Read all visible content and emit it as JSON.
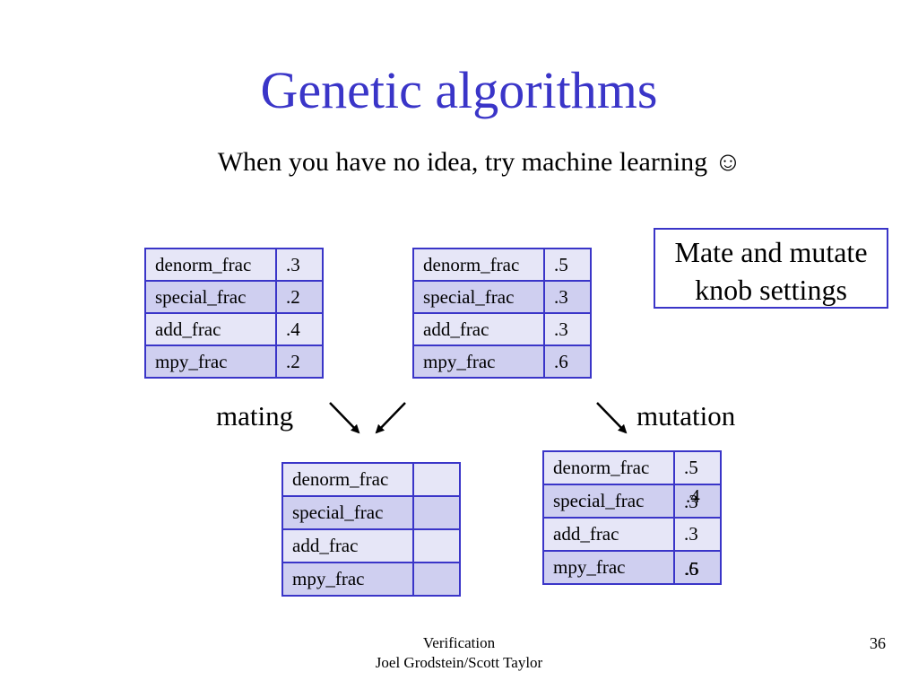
{
  "slide": {
    "title": "Genetic algorithms",
    "subtitle": "When you have no idea, try machine learning ☺",
    "callout": "Mate and mutate knob settings",
    "mating_label": "mating",
    "mutation_label": "mutation"
  },
  "tables": {
    "parent_a": [
      {
        "knob": "denorm_frac",
        "value": ".3"
      },
      {
        "knob": "special_frac",
        "value": ".2"
      },
      {
        "knob": "add_frac",
        "value": ".4"
      },
      {
        "knob": "mpy_frac",
        "value": ".2"
      }
    ],
    "parent_b": [
      {
        "knob": "denorm_frac",
        "value": ".5"
      },
      {
        "knob": "special_frac",
        "value": ".3"
      },
      {
        "knob": "add_frac",
        "value": ".3"
      },
      {
        "knob": "mpy_frac",
        "value": ".6"
      }
    ],
    "child": [
      {
        "knob": "denorm_frac",
        "value": ""
      },
      {
        "knob": "special_frac",
        "value": ""
      },
      {
        "knob": "add_frac",
        "value": ""
      },
      {
        "knob": "mpy_frac",
        "value": ""
      }
    ],
    "mutated": [
      {
        "knob": "denorm_frac",
        "value": ".5"
      },
      {
        "knob": "special_frac",
        "value": ".3",
        "new_value": ".4"
      },
      {
        "knob": "add_frac",
        "value": ".3"
      },
      {
        "knob": "mpy_frac",
        "value": ".6",
        "new_value": ".5"
      }
    ]
  },
  "footer": {
    "line1": "Verification",
    "line2": "Joel Grodstein/Scott Taylor",
    "page_number": "36"
  },
  "colors": {
    "title": "#3a35c8",
    "table_border": "#3a35c8",
    "row_light": "#e6e6f7",
    "row_dark": "#cfcff0"
  }
}
